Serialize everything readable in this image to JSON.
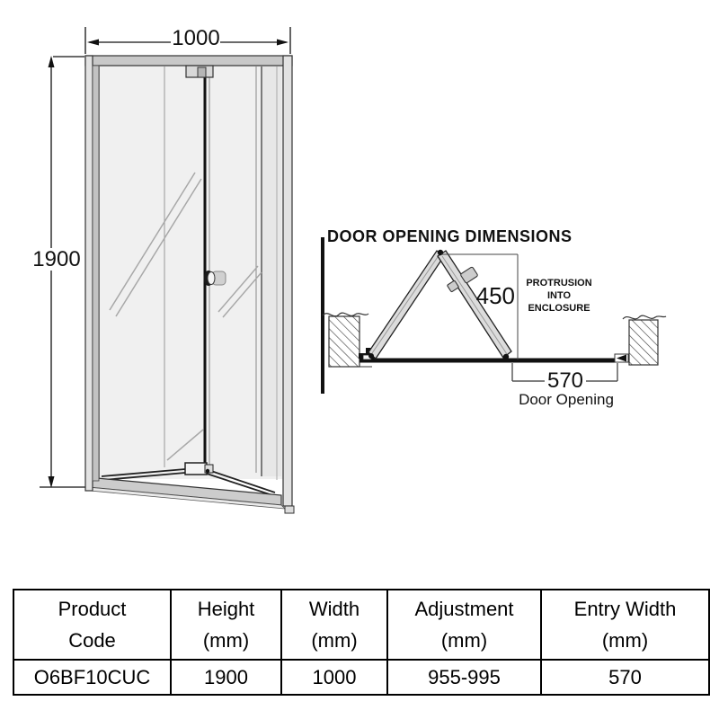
{
  "diagram": {
    "front_view": {
      "width_mm": "1000",
      "height_mm": "1900"
    },
    "plan_view": {
      "title": "DOOR OPENING DIMENSIONS",
      "protrusion_mm": "450",
      "protrusion_note": [
        "PROTRUSION",
        "INTO",
        "ENCLOSURE"
      ],
      "door_opening_mm": "570",
      "door_opening_caption": "Door Opening"
    }
  },
  "spec_table": {
    "headers": [
      [
        "Product",
        "Code"
      ],
      [
        "Height",
        "(mm)"
      ],
      [
        "Width",
        "(mm)"
      ],
      [
        "Adjustment",
        "(mm)"
      ],
      [
        "Entry Width",
        "(mm)"
      ]
    ],
    "row": [
      "O6BF10CUC",
      "1900",
      "1000",
      "955-995",
      "570"
    ]
  },
  "colors": {
    "line": "#1a1a1a",
    "frame_gray": "#c8c8c8",
    "glass": "#f0f0f0",
    "leaf_gray": "#dcdcdc"
  }
}
